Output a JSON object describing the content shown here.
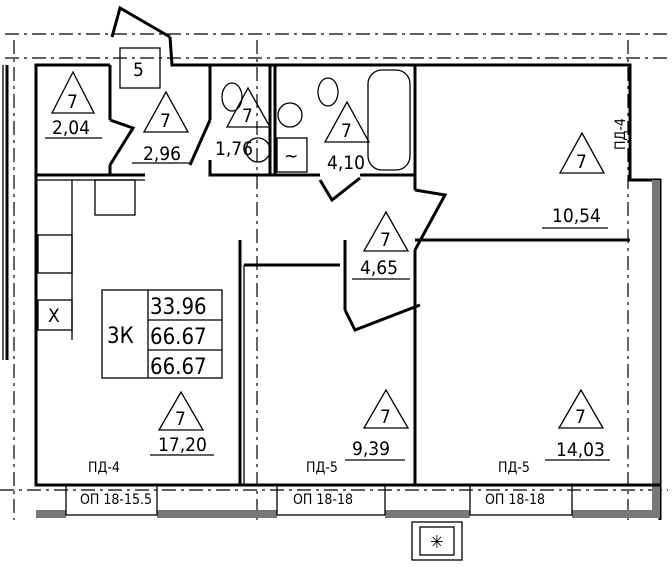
{
  "plan": {
    "apartment_type": "3К",
    "areas": [
      "33.96",
      "66.67",
      "66.67"
    ],
    "box_label": "5",
    "rooms": [
      {
        "class": "7",
        "area": "2,04"
      },
      {
        "class": "7",
        "area": "2,96"
      },
      {
        "class": "7",
        "area": "1,76"
      },
      {
        "class": "7",
        "area": "4,10"
      },
      {
        "class": "7",
        "area": "10,54"
      },
      {
        "class": "7",
        "area": "4,65"
      },
      {
        "class": "7",
        "area": "17,20"
      },
      {
        "class": "7",
        "area": "9,39"
      },
      {
        "class": "7",
        "area": "14,03"
      }
    ],
    "doors": [
      "ПД-4",
      "ПД-4",
      "ПД-5",
      "ПД-5"
    ],
    "windows": [
      "ОП 18-15.5",
      "ОП 18-18",
      "ОП 18-18"
    ],
    "stove_mark": "X",
    "washer_mark": "~",
    "vent_mark": "✳"
  }
}
